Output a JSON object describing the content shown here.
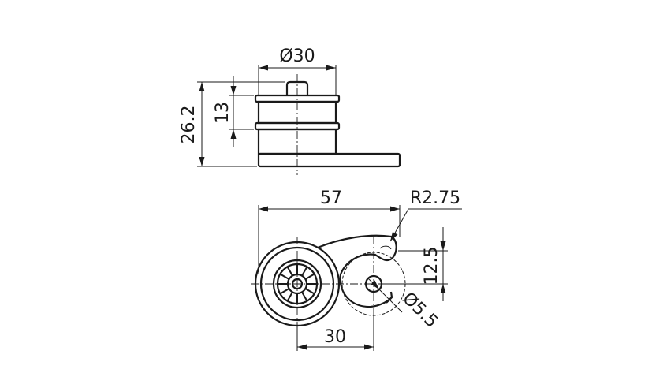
{
  "dimensions": {
    "top_diameter": "Ø30",
    "total_height": "26.2",
    "body_height": "13",
    "overall_length": "57",
    "radius": "R2.75",
    "slot_height": "12.5",
    "hole_diameter": "Ø5.5",
    "center_distance": "30"
  }
}
